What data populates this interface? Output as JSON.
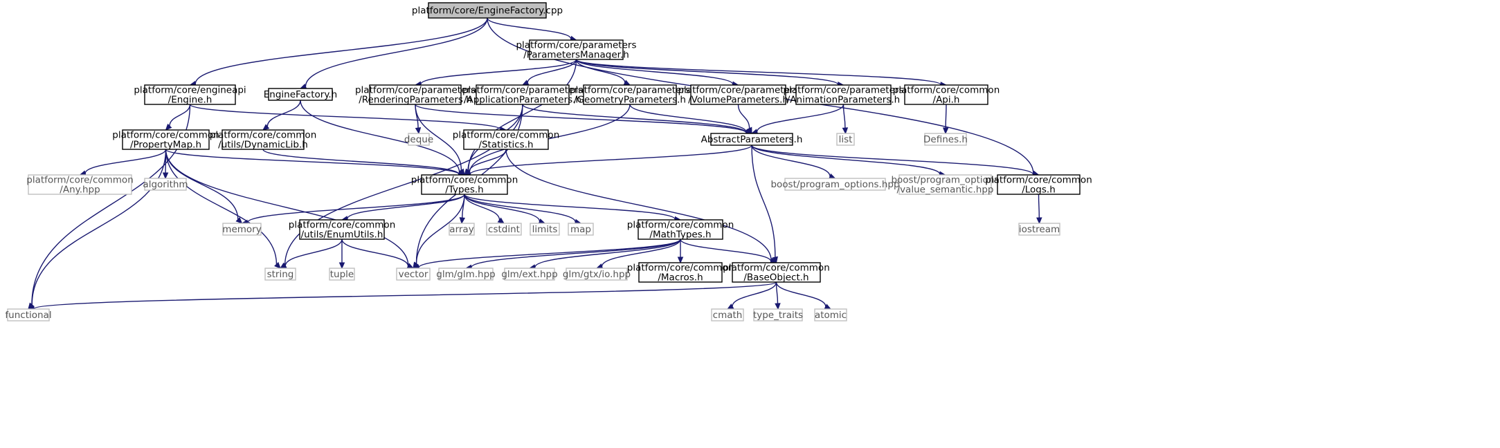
{
  "colors": {
    "edge": "#191970",
    "root_fill": "#bfbfbf",
    "project_border": "#000000",
    "external_border": "#bfbfbf"
  },
  "nodes": {
    "root": [
      "platform/core/EngineFactory.cpp"
    ],
    "params_manager": [
      "platform/core/parameters",
      "/ParametersManager.h"
    ],
    "engine_h": [
      "platform/core/engineapi",
      "/Engine.h"
    ],
    "engine_factory_h": [
      "EngineFactory.h"
    ],
    "rendering_params": [
      "platform/core/parameters",
      "/RenderingParameters.h"
    ],
    "application_params": [
      "platform/core/parameters",
      "/ApplicationParameters.h"
    ],
    "geometry_params": [
      "platform/core/parameters",
      "/GeometryParameters.h"
    ],
    "volume_params": [
      "platform/core/parameters",
      "/VolumeParameters.h"
    ],
    "animation_params": [
      "platform/core/parameters",
      "/AnimationParameters.h"
    ],
    "api_h": [
      "platform/core/common",
      "/Api.h"
    ],
    "property_map": [
      "platform/core/common",
      "/PropertyMap.h"
    ],
    "dynamic_lib": [
      "platform/core/common",
      "/utils/DynamicLib.h"
    ],
    "statistics": [
      "platform/core/common",
      "/Statistics.h"
    ],
    "deque": [
      "deque"
    ],
    "abstract_params": [
      "AbstractParameters.h"
    ],
    "list": [
      "list"
    ],
    "defines": [
      "Defines.h"
    ],
    "any_hpp": [
      "platform/core/common",
      "/Any.hpp"
    ],
    "algorithm": [
      "algorithm"
    ],
    "types_h": [
      "platform/core/common",
      "/Types.h"
    ],
    "boost_po": [
      "boost/program_options.hpp"
    ],
    "boost_vs": [
      "boost/program_options",
      "/value_semantic.hpp"
    ],
    "logs_h": [
      "platform/core/common",
      "/Logs.h"
    ],
    "memory": [
      "memory"
    ],
    "enum_utils": [
      "platform/core/common",
      "/utils/EnumUtils.h"
    ],
    "array": [
      "array"
    ],
    "cstdint": [
      "cstdint"
    ],
    "limits": [
      "limits"
    ],
    "map": [
      "map"
    ],
    "math_types": [
      "platform/core/common",
      "/MathTypes.h"
    ],
    "iostream": [
      "iostream"
    ],
    "string": [
      "string"
    ],
    "tuple": [
      "tuple"
    ],
    "vector": [
      "vector"
    ],
    "glm_hpp": [
      "glm/glm.hpp"
    ],
    "glm_ext": [
      "glm/ext.hpp"
    ],
    "glm_gtx": [
      "glm/gtx/io.hpp"
    ],
    "macros": [
      "platform/core/common",
      "/Macros.h"
    ],
    "base_object": [
      "platform/core/common",
      "/BaseObject.h"
    ],
    "functional": [
      "functional"
    ],
    "cmath": [
      "cmath"
    ],
    "type_traits": [
      "type_traits"
    ],
    "atomic": [
      "atomic"
    ]
  },
  "edges": [
    [
      "root",
      "params_manager"
    ],
    [
      "root",
      "engine_h"
    ],
    [
      "root",
      "engine_factory_h"
    ],
    [
      "root",
      "logs_h"
    ],
    [
      "params_manager",
      "rendering_params"
    ],
    [
      "params_manager",
      "application_params"
    ],
    [
      "params_manager",
      "geometry_params"
    ],
    [
      "params_manager",
      "volume_params"
    ],
    [
      "params_manager",
      "animation_params"
    ],
    [
      "params_manager",
      "api_h"
    ],
    [
      "params_manager",
      "types_h"
    ],
    [
      "engine_h",
      "property_map"
    ],
    [
      "engine_h",
      "statistics"
    ],
    [
      "engine_h",
      "functional"
    ],
    [
      "engine_factory_h",
      "dynamic_lib"
    ],
    [
      "engine_factory_h",
      "types_h"
    ],
    [
      "rendering_params",
      "abstract_params"
    ],
    [
      "rendering_params",
      "deque"
    ],
    [
      "rendering_params",
      "types_h"
    ],
    [
      "application_params",
      "abstract_params"
    ],
    [
      "application_params",
      "string"
    ],
    [
      "application_params",
      "types_h"
    ],
    [
      "application_params",
      "vector"
    ],
    [
      "geometry_params",
      "abstract_params"
    ],
    [
      "geometry_params",
      "types_h"
    ],
    [
      "volume_params",
      "abstract_params"
    ],
    [
      "animation_params",
      "abstract_params"
    ],
    [
      "animation_params",
      "list"
    ],
    [
      "api_h",
      "defines"
    ],
    [
      "property_map",
      "any_hpp"
    ],
    [
      "property_map",
      "algorithm"
    ],
    [
      "property_map",
      "memory"
    ],
    [
      "property_map",
      "string"
    ],
    [
      "property_map",
      "vector"
    ],
    [
      "property_map",
      "functional"
    ],
    [
      "property_map",
      "types_h"
    ],
    [
      "dynamic_lib",
      "types_h"
    ],
    [
      "statistics",
      "types_h"
    ],
    [
      "statistics",
      "base_object"
    ],
    [
      "abstract_params",
      "types_h"
    ],
    [
      "abstract_params",
      "boost_po"
    ],
    [
      "abstract_params",
      "boost_vs"
    ],
    [
      "abstract_params",
      "logs_h"
    ],
    [
      "abstract_params",
      "base_object"
    ],
    [
      "types_h",
      "memory"
    ],
    [
      "types_h",
      "enum_utils"
    ],
    [
      "types_h",
      "array"
    ],
    [
      "types_h",
      "cstdint"
    ],
    [
      "types_h",
      "limits"
    ],
    [
      "types_h",
      "map"
    ],
    [
      "types_h",
      "math_types"
    ],
    [
      "types_h",
      "vector"
    ],
    [
      "logs_h",
      "iostream"
    ],
    [
      "enum_utils",
      "string"
    ],
    [
      "enum_utils",
      "tuple"
    ],
    [
      "enum_utils",
      "vector"
    ],
    [
      "math_types",
      "vector"
    ],
    [
      "math_types",
      "glm_hpp"
    ],
    [
      "math_types",
      "glm_ext"
    ],
    [
      "math_types",
      "glm_gtx"
    ],
    [
      "math_types",
      "macros"
    ],
    [
      "math_types",
      "base_object"
    ],
    [
      "base_object",
      "functional"
    ],
    [
      "base_object",
      "cmath"
    ],
    [
      "base_object",
      "type_traits"
    ],
    [
      "base_object",
      "atomic"
    ]
  ]
}
